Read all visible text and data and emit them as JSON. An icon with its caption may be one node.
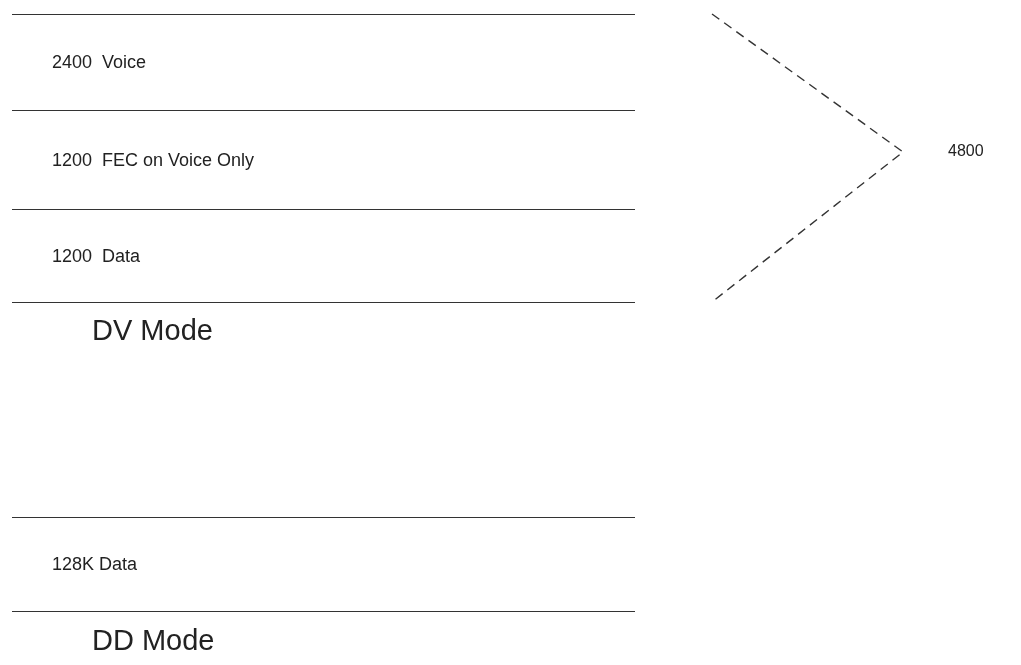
{
  "diagram": {
    "nodes": [
      {
        "text": [
          "2400  Voice"
        ]
      },
      {
        "text": [
          "1200  FEC on Voice Only"
        ]
      },
      {
        "text": [
          "1200  Data"
        ]
      },
      {
        "text": [
          "128K Data"
        ]
      }
    ],
    "labels": [
      "4800",
      "DV Mode",
      "DD Mode"
    ]
  }
}
